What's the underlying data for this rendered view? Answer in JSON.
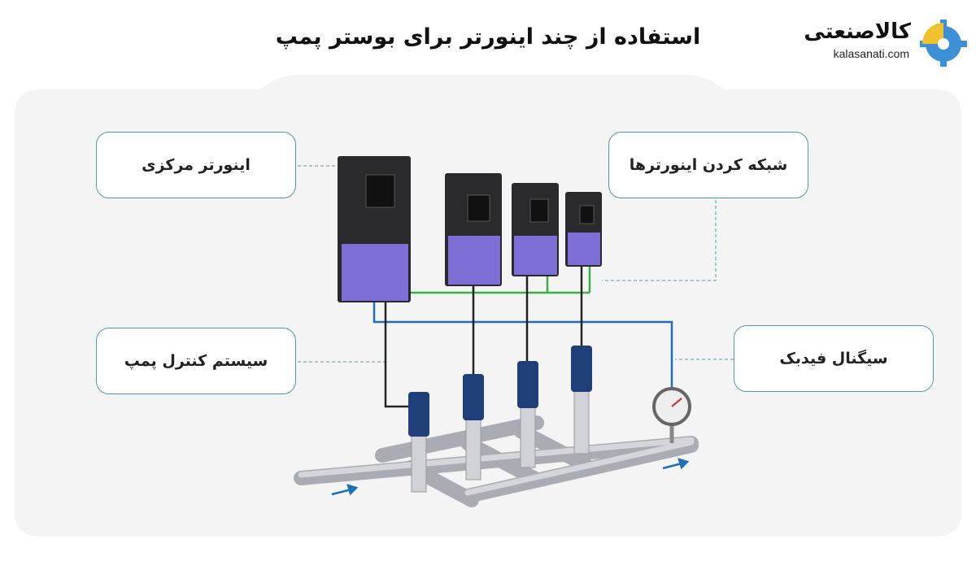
{
  "title": "استفاده از چند اینورتر برای بوستر پمپ",
  "logo": {
    "name_fa": "کالاصنعتی",
    "domain": "kalasanati.com",
    "colors": {
      "gear": "#3d8fd6",
      "signal": "#f2c12e"
    }
  },
  "labels": {
    "central_inverter": "اینورتر مرکزی",
    "inverter_networking": "شبکه کردن اینورترها",
    "pump_control_system": "سیستم کنترل پمپ",
    "feedback_signal": "سیگنال فیدبک"
  },
  "colors": {
    "network_line": "#3cb043",
    "feedback_line": "#1f6fb5",
    "power_line": "#222222",
    "inverter_body": "#7d6fd6",
    "connector": "#4a9bb0"
  }
}
